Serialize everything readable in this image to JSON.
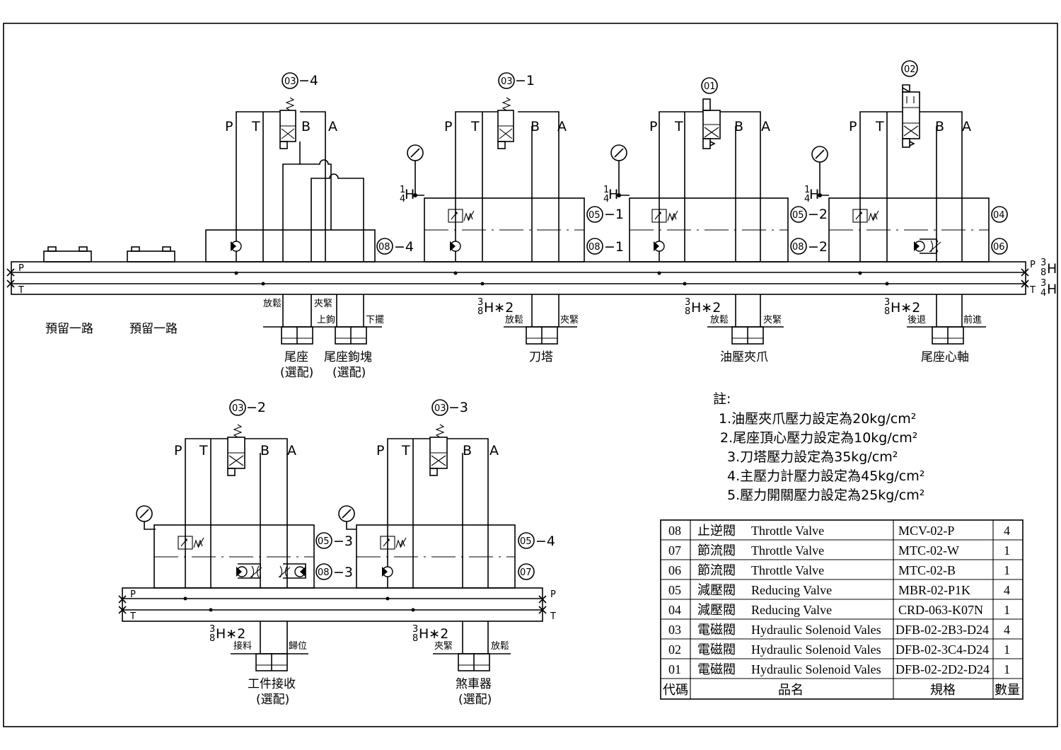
{
  "ports": {
    "p": "P",
    "t": "T",
    "b": "B",
    "a": "A"
  },
  "line_size": {
    "whole": "3",
    "frac_num": "3",
    "frac_den": "8",
    "fraction_quarter_num": "1",
    "fraction_quarter_den": "4",
    "times2": "H∗2",
    "h": "H"
  },
  "reserve": {
    "r1": "預留一路",
    "r2": "預留一路"
  },
  "top_units": [
    {
      "valve_tag": "03",
      "valve_suffix": "−4",
      "base_tag": "08",
      "base_suffix": "−4",
      "port_left": "放鬆",
      "port_right": "夾緊",
      "port_left2": "上鉤",
      "port_right2": "下擺",
      "act1_name": "尾座",
      "act1_opt": "(選配)",
      "act2_name": "尾座鉤塊",
      "act2_opt": "(選配)"
    },
    {
      "valve_tag": "03",
      "valve_suffix": "−1",
      "reg_tag": "05",
      "reg_suffix": "−1",
      "base_tag": "08",
      "base_suffix": "−1",
      "port_left": "放鬆",
      "port_right": "夾緊",
      "actuator": "刀塔"
    },
    {
      "valve_tag": "01",
      "reg_tag": "05",
      "reg_suffix": "−2",
      "base_tag": "08",
      "base_suffix": "−2",
      "port_left": "放鬆",
      "port_right": "夾緊",
      "actuator": "油壓夾爪"
    },
    {
      "valve_tag": "02",
      "reg_tag": "04",
      "base_tag": "06",
      "port_left": "後退",
      "port_right": "前進",
      "actuator": "尾座心軸"
    }
  ],
  "bottom_units": [
    {
      "valve_tag": "03",
      "valve_suffix": "−2",
      "reg_tag": "05",
      "reg_suffix": "−3",
      "base_tag": "08",
      "base_suffix": "−3",
      "port_left": "接料",
      "port_right": "歸位",
      "actuator": "工件接收",
      "opt": "(選配)"
    },
    {
      "valve_tag": "03",
      "valve_suffix": "−3",
      "reg_tag": "05",
      "reg_suffix": "−4",
      "base_tag": "07",
      "port_left": "夾緊",
      "port_right": "放鬆",
      "actuator": "煞車器",
      "opt": "(選配)"
    }
  ],
  "notes": {
    "heading": "註:",
    "items": [
      "1.油壓夾爪壓力設定為20kg/cm²",
      "2.尾座頂心壓力設定為10kg/cm²",
      "3.刀塔壓力設定為35kg/cm²",
      "4.主壓力計壓力設定為45kg/cm²",
      "5.壓力開關壓力設定為25kg/cm²"
    ]
  },
  "bom": {
    "headers": {
      "code": "代碼",
      "name": "品名",
      "spec": "規格",
      "qty": "數量"
    },
    "rows": [
      {
        "code": "08",
        "cn": "止逆閥",
        "en": "Throttle Valve",
        "spec": "MCV-02-P",
        "qty": "4"
      },
      {
        "code": "07",
        "cn": "節流閥",
        "en": "Throttle Valve",
        "spec": "MTC-02-W",
        "qty": "1"
      },
      {
        "code": "06",
        "cn": "節流閥",
        "en": "Throttle Valve",
        "spec": "MTC-02-B",
        "qty": "1"
      },
      {
        "code": "05",
        "cn": "減壓閥",
        "en": "Reducing Valve",
        "spec": "MBR-02-P1K",
        "qty": "4"
      },
      {
        "code": "04",
        "cn": "減壓閥",
        "en": "Reducing Valve",
        "spec": "CRD-063-K07N",
        "qty": "1"
      },
      {
        "code": "03",
        "cn": "電磁閥",
        "en": "Hydraulic Solenoid Vales",
        "spec": "DFB-02-2B3-D24",
        "qty": "4"
      },
      {
        "code": "02",
        "cn": "電磁閥",
        "en": "Hydraulic Solenoid Vales",
        "spec": "DFB-02-3C4-D24",
        "qty": "1"
      },
      {
        "code": "01",
        "cn": "電磁閥",
        "en": "Hydraulic Solenoid Vales",
        "spec": "DFB-02-2D2-D24",
        "qty": "1"
      }
    ]
  }
}
